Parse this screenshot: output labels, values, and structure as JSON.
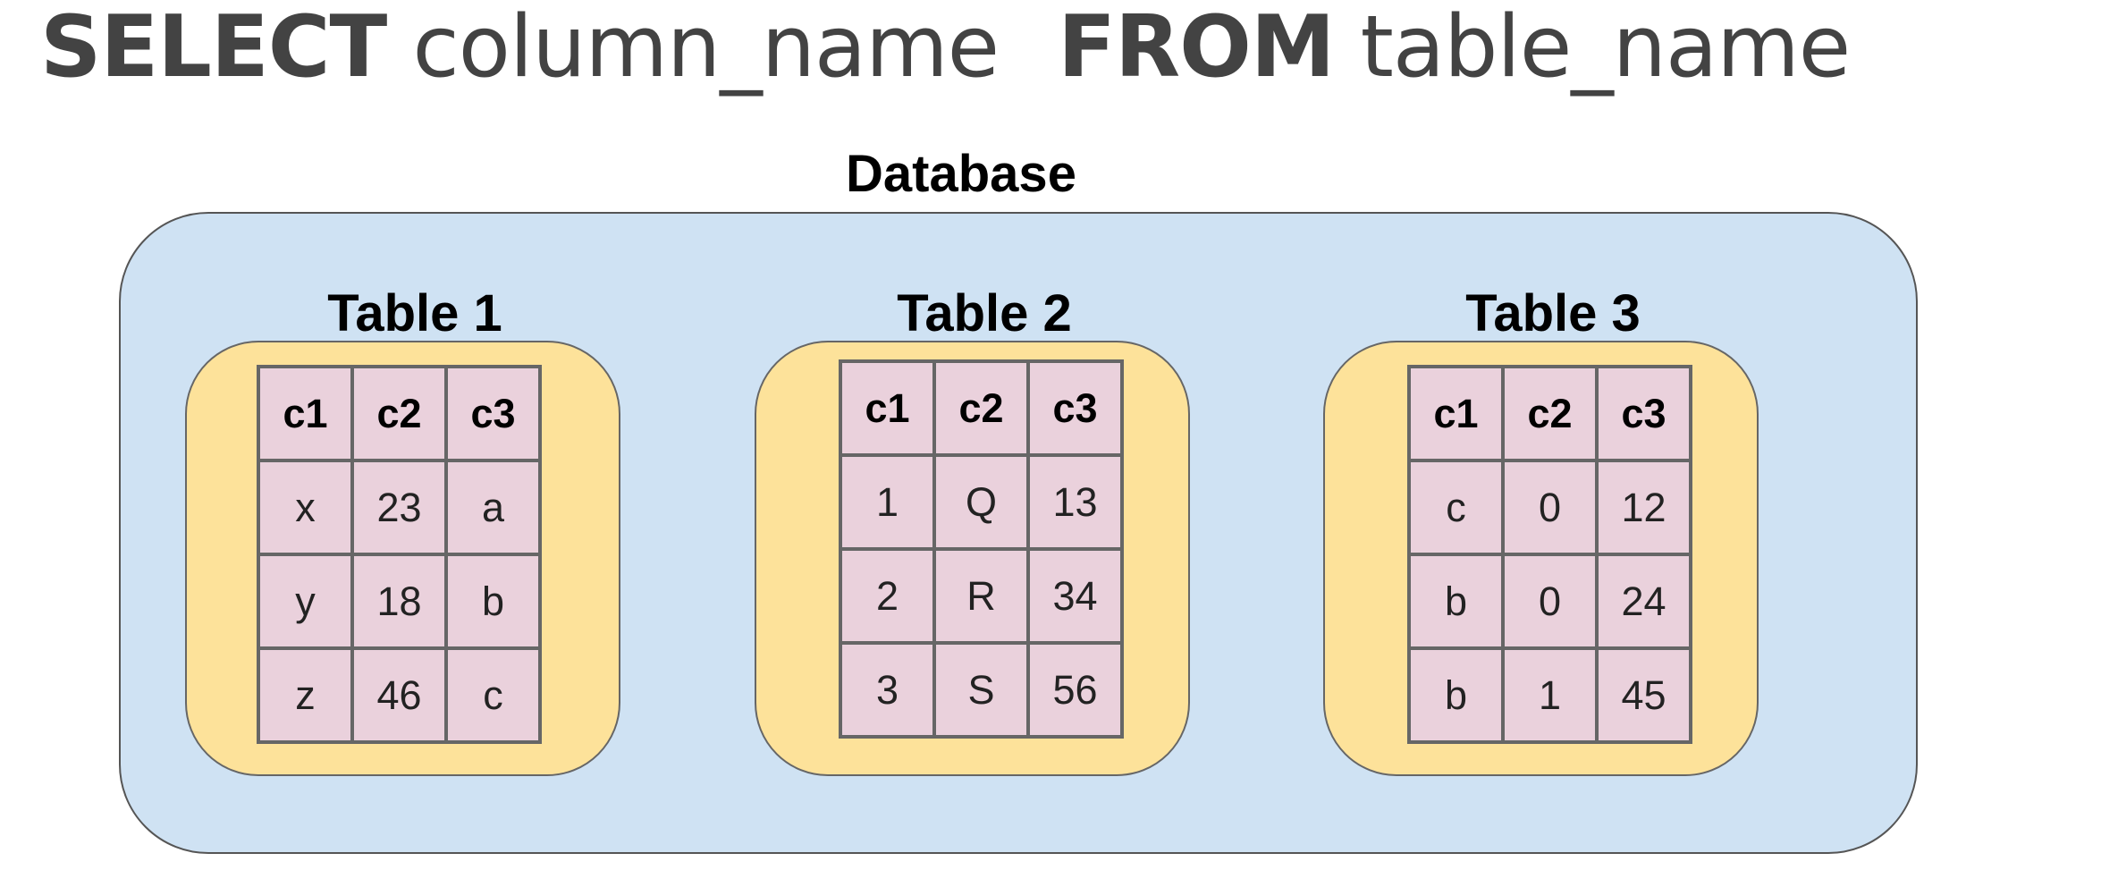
{
  "query": {
    "select_kw": "SELECT",
    "column": "column_name",
    "from_kw": "FROM",
    "table": "table_name"
  },
  "database": {
    "label": "Database",
    "tables": [
      {
        "title": "Table 1",
        "headers": [
          "c1",
          "c2",
          "c3"
        ],
        "rows": [
          [
            "x",
            "23",
            "a"
          ],
          [
            "y",
            "18",
            "b"
          ],
          [
            "z",
            "46",
            "c"
          ]
        ]
      },
      {
        "title": "Table 2",
        "headers": [
          "c1",
          "c2",
          "c3"
        ],
        "rows": [
          [
            "1",
            "Q",
            "13"
          ],
          [
            "2",
            "R",
            "34"
          ],
          [
            "3",
            "S",
            "56"
          ]
        ]
      },
      {
        "title": "Table 3",
        "headers": [
          "c1",
          "c2",
          "c3"
        ],
        "rows": [
          [
            "c",
            "0",
            "12"
          ],
          [
            "b",
            "0",
            "24"
          ],
          [
            "b",
            "1",
            "45"
          ]
        ]
      }
    ]
  },
  "colors": {
    "database_fill": "#cfe2f3",
    "table_fill": "#fde29a",
    "cell_fill": "#ead1dc",
    "sql_text": "#434343"
  }
}
